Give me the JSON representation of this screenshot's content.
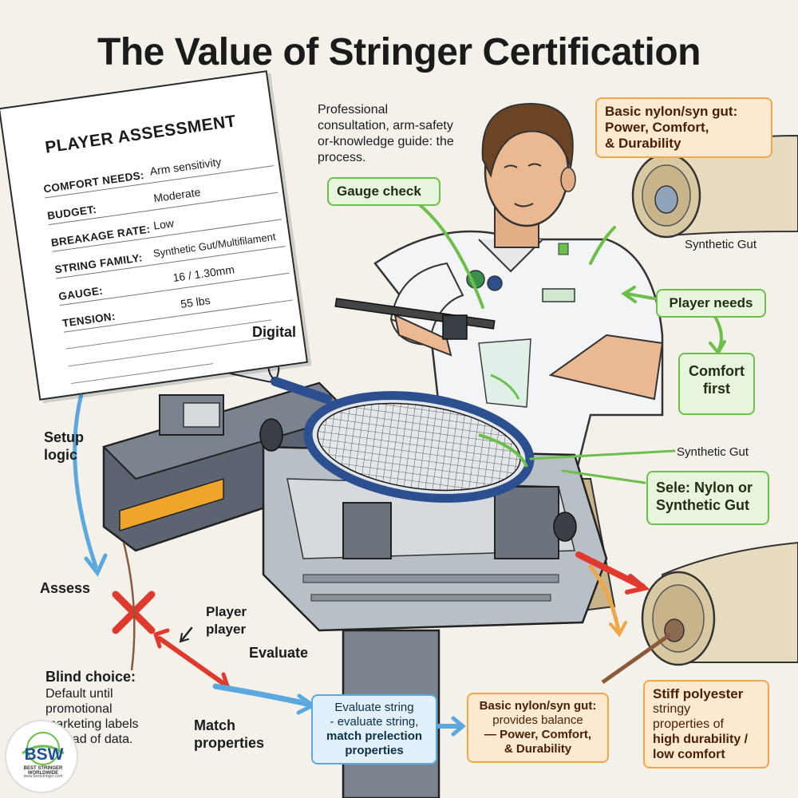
{
  "title": "The Value of Stringer Certification",
  "assessment": {
    "heading": "PLAYER ASSESSMENT",
    "rows": [
      {
        "label": "COMFORT NEEDS:",
        "value": "Arm sensitivity"
      },
      {
        "label": "BUDGET:",
        "value": "Moderate"
      },
      {
        "label": "BREAKAGE RATE:",
        "value": "Low"
      },
      {
        "label": "STRING FAMILY:",
        "value": "Synthetic Gut/Multifilament"
      },
      {
        "label": "GAUGE:",
        "value": "16 / 1.30mm"
      },
      {
        "label": "TENSION:",
        "value": "55 lbs"
      }
    ]
  },
  "intro_text": "Professional consultation, arm-safety or-knowledge guide: the process.",
  "labels": {
    "gauge_check": "Gauge check",
    "digital": "Digital",
    "player_needs": "Player needs",
    "comfort_first": "Comfort first",
    "synthetic_gut_top": "Synthetic Gut",
    "synthetic_gut_mid": "Synthetic Gut",
    "select_box": "Sele: Nylon or Synthetic Gut",
    "setup_logic": "Setup logic",
    "assess": "Assess",
    "player_player": "Player player",
    "evaluate": "Evaluate",
    "match_properties": "Match properties"
  },
  "nylon_top": {
    "line1": "Basic nylon/syn gut:",
    "line2": "Power, Comfort,",
    "line3": "& Durability"
  },
  "blind_choice": {
    "heading": "Blind choice:",
    "body": "Default until promotional marketing labels instead of data."
  },
  "evaluate_box": {
    "line1": "Evaluate string",
    "line2": "- evaluate string,",
    "line3": "match prelection",
    "line4": "properties"
  },
  "nylon_bottom": {
    "line1": "Basic nylon/syn gut:",
    "line2": "provides balance",
    "line3": "— Power, Comfort,",
    "line4": "& Durability"
  },
  "polyester": {
    "heading": "Stiff polyester",
    "body1": "stringy",
    "body2": "properties of",
    "body3": "high durability /",
    "body4": "low comfort"
  },
  "logo": {
    "name": "BSW",
    "subtitle": "BEST STRINGER WORLDWIDE",
    "url": "www.beststringer.com"
  },
  "colors": {
    "green": "#6cbf4a",
    "orange": "#f0a74a",
    "blue": "#5aa8de",
    "red": "#e03a2e",
    "machine": "#5b6470"
  }
}
